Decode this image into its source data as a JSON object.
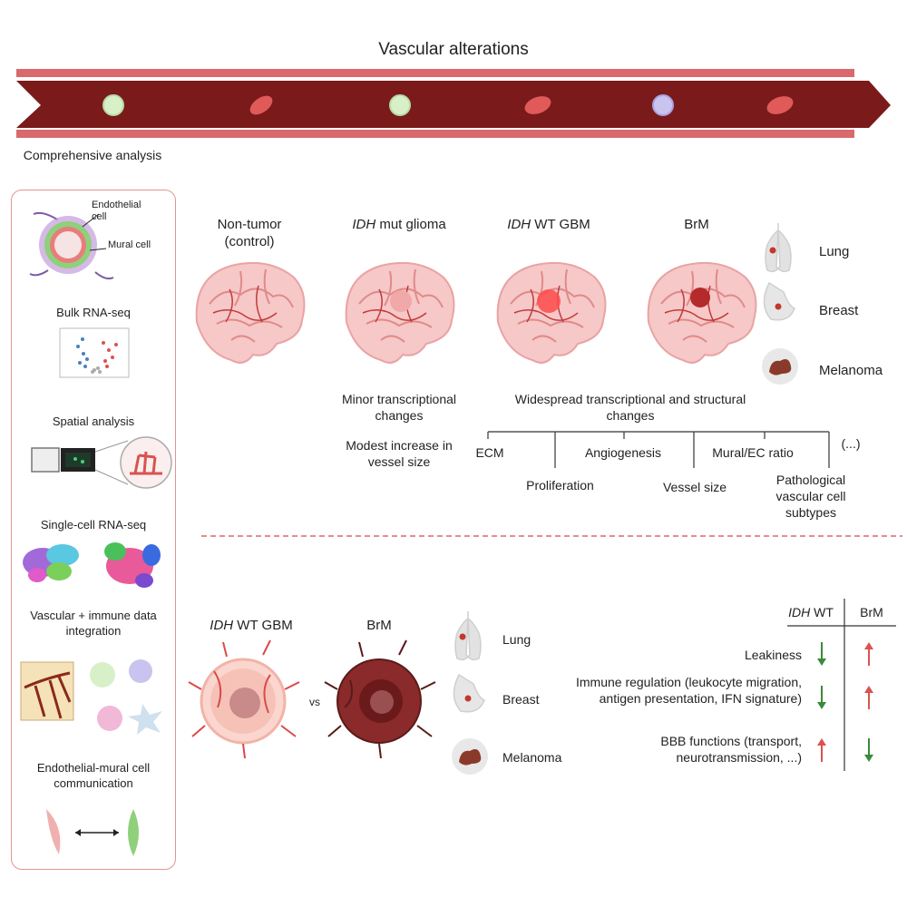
{
  "title": "Vascular alterations",
  "left_panel": {
    "heading": "Comprehensive analysis",
    "cell_labels": {
      "endothelial": "Endothelial cell",
      "mural": "Mural cell"
    },
    "methods": [
      "Bulk RNA-seq",
      "Spatial analysis",
      "Single-cell RNA-seq",
      "Vascular + immune data integration",
      "Endothelial-mural cell communication"
    ]
  },
  "top": {
    "groups": [
      {
        "italic": "",
        "rest": "Non-tumor (control)"
      },
      {
        "italic": "IDH",
        "rest": " mut glioma"
      },
      {
        "italic": "IDH",
        "rest": " WT GBM"
      },
      {
        "italic": "",
        "rest": "BrM"
      }
    ],
    "organs": [
      "Lung",
      "Breast",
      "Melanoma"
    ],
    "minor_changes": "Minor transcriptional changes",
    "modest_increase": "Modest increase in vessel size",
    "widespread": "Widespread  transcriptional and structural changes",
    "features": {
      "ecm": "ECM",
      "angiogenesis": "Angiogenesis",
      "mural_ec": "Mural/EC ratio",
      "ellipsis": "(...)",
      "proliferation": "Proliferation",
      "vessel_size": "Vessel size",
      "pathological": "Pathological vascular cell subtypes"
    }
  },
  "bottom": {
    "gbm_italic": "IDH",
    "gbm_rest": " WT GBM",
    "brm": "BrM",
    "vs": "vs",
    "organs": [
      "Lung",
      "Breast",
      "Melanoma"
    ],
    "table": {
      "col1_italic": "IDH",
      "col1_rest": " WT",
      "col2": "BrM",
      "rows": [
        {
          "label": "Leakiness",
          "idh": "down",
          "brm": "up"
        },
        {
          "label": "Immune regulation (leukocyte migration, antigen presentation, IFN signature)",
          "idh": "down",
          "brm": "up"
        },
        {
          "label": "BBB functions (transport, neurotransmission, ...)",
          "idh": "up",
          "brm": "down"
        }
      ]
    }
  },
  "colors": {
    "vessel_dark": "#7a1a1a",
    "vessel_light": "#e07a7a",
    "arrow_up": "#d9534f",
    "arrow_down": "#3a8a3a",
    "panel_border": "#e4958f"
  }
}
